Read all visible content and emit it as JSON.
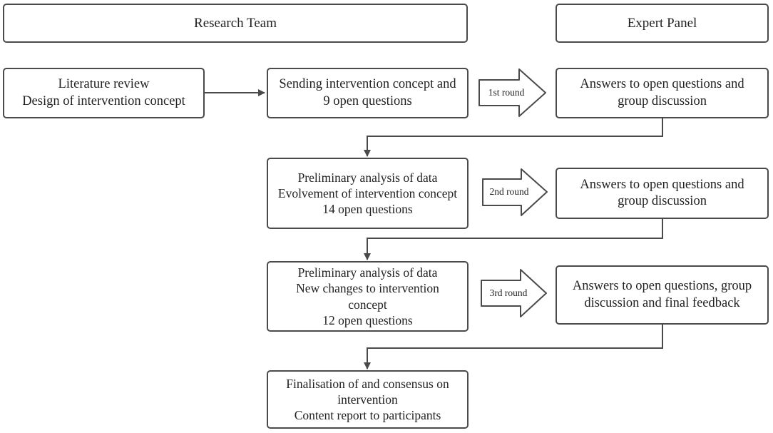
{
  "lanes": {
    "research_team": "Research Team",
    "expert_panel": "Expert Panel"
  },
  "research": {
    "literature": [
      "Literature review",
      "Design of intervention concept"
    ],
    "sending": [
      "Sending intervention concept and",
      "9 open questions"
    ],
    "round2": [
      "Preliminary analysis of data",
      "Evolvement of intervention concept",
      "14 open questions"
    ],
    "round3": [
      "Preliminary analysis of data",
      "New changes to intervention",
      "concept",
      "12 open questions"
    ],
    "final": [
      "Finalisation of and consensus on",
      "intervention",
      "Content report to participants"
    ]
  },
  "rounds": [
    "1st round",
    "2nd round",
    "3rd round"
  ],
  "expert": {
    "answers1": [
      "Answers to open questions and",
      "group discussion"
    ],
    "answers2": [
      "Answers to open questions and",
      "group discussion"
    ],
    "answers3": [
      "Answers to open questions, group",
      "discussion and final feedback"
    ]
  },
  "colors": {
    "stroke": "#4a4a4a",
    "text": "#222222",
    "background": "#ffffff"
  }
}
